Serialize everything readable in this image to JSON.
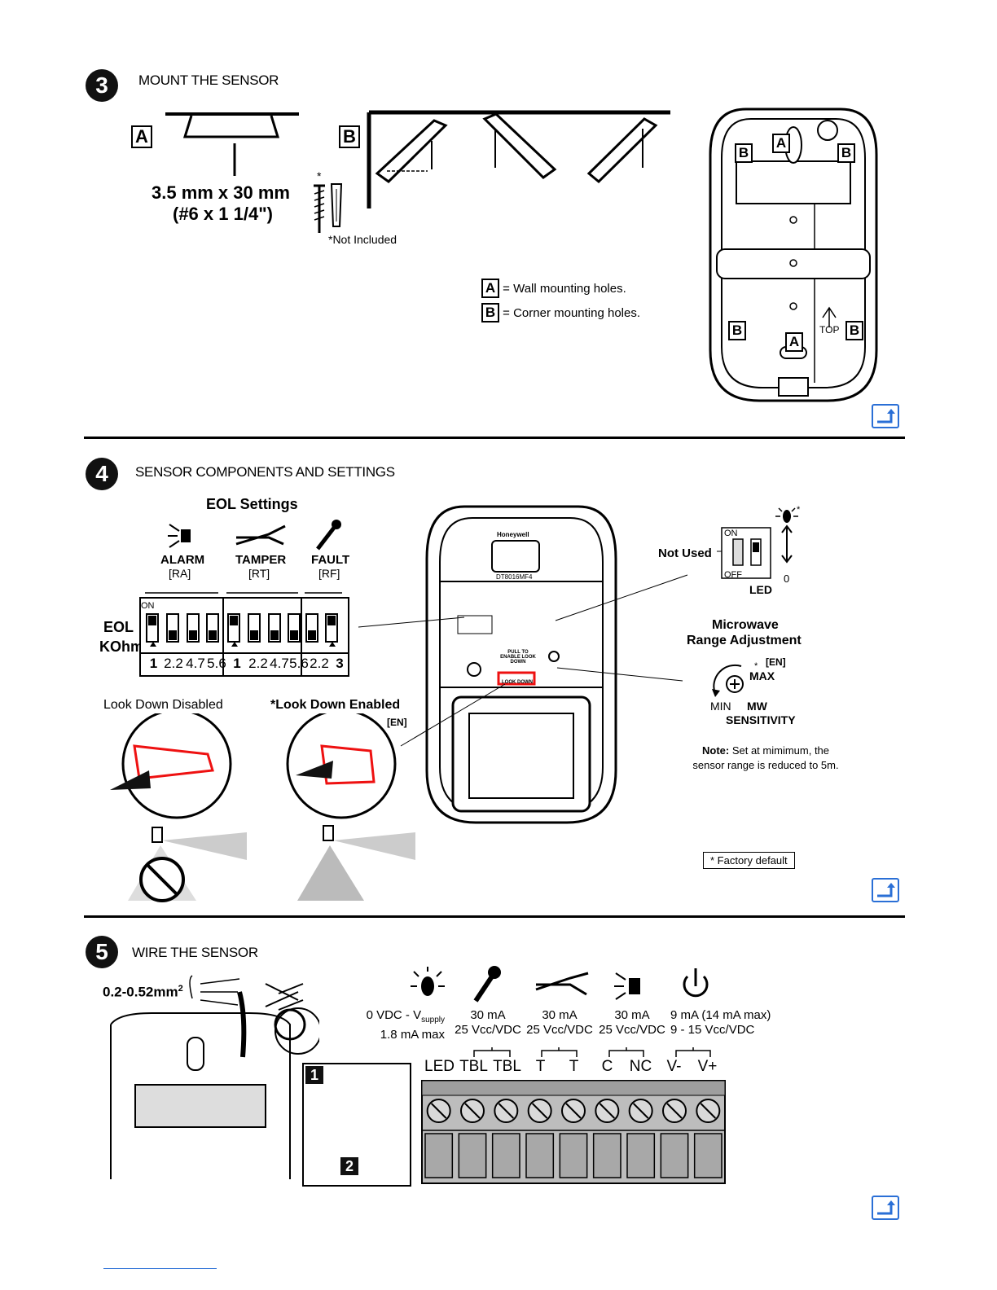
{
  "section3": {
    "num": "3",
    "title": "MOUNT THE SENSOR",
    "label_a": "A",
    "label_b": "B",
    "screw_size": "3.5 mm x 30 mm",
    "screw_size_imperial": "(#6 x 1 1/4\")",
    "asterisk": "*",
    "not_included": "*Not Included",
    "legend_a": "= Wall mounting holes.",
    "legend_b": "= Corner mounting holes.",
    "back_labels": {
      "a": "A",
      "b": "B",
      "top": "TOP"
    }
  },
  "section4": {
    "num": "4",
    "title": "SENSOR COMPONENTS AND SETTINGS",
    "eol_title": "EOL Settings",
    "alarm": "ALARM",
    "alarm_code": "[RA]",
    "tamper": "TAMPER",
    "tamper_code": "[RT]",
    "fault": "FAULT",
    "fault_code": "[RF]",
    "eol_label": "EOL",
    "kohm_label": "KOhm",
    "on_label": "ON",
    "dip_values": [
      "1",
      "2.2",
      "4.7",
      "5.6",
      "1",
      "2.2",
      "4.7",
      "5.6",
      "2.2",
      "3"
    ],
    "look_down_disabled": "Look Down Disabled",
    "look_down_enabled": "*Look Down Enabled",
    "en_tag": "[EN]",
    "brand": "Honeywell",
    "model": "DT8016MF4",
    "pull_text": "PULL TO ENABLE LOOK DOWN",
    "look_down_tab": "LOOK DOWN",
    "not_used": "Not Used",
    "switch_on": "ON",
    "switch_off": "OFF",
    "led": "LED",
    "led_zero": "0",
    "mw_title_1": "Microwave",
    "mw_title_2": "Range Adjustment",
    "mw_max": "MAX",
    "mw_min": "MIN",
    "mw_mw": "MW",
    "mw_sensitivity": "SENSITIVITY",
    "mw_en": "[EN]",
    "note_bold": "Note:",
    "note_text": " Set at mimimum, the sensor range is reduced to 5m.",
    "factory_default": "* Factory default"
  },
  "section5": {
    "num": "5",
    "title": "WIRE THE SENSOR",
    "wire_gauge": "0.2-0.52mm",
    "wire_gauge_sup": "2",
    "specs": [
      {
        "line1": "0 VDC - V",
        "sub": "supply",
        "line2": "1.8 mA max"
      },
      {
        "line1": "30 mA",
        "sub": "",
        "line2": "25 Vcc/VDC"
      },
      {
        "line1": "30 mA",
        "sub": "",
        "line2": "25 Vcc/VDC"
      },
      {
        "line1": "30 mA",
        "sub": "",
        "line2": "25 Vcc/VDC"
      },
      {
        "line1": "9 mA (14 mA max)",
        "sub": "",
        "line2": "9 - 15 Vcc/VDC"
      }
    ],
    "terminals": [
      "LED",
      "TBL",
      "TBL",
      "T",
      "T",
      "C",
      "NC",
      "V-",
      "V+"
    ],
    "step_1": "1",
    "step_2": "2"
  },
  "icons": [
    "led-icon",
    "wrench-icon",
    "pliers-icon",
    "siren-icon",
    "power-icon",
    "back-to-top-icon"
  ]
}
